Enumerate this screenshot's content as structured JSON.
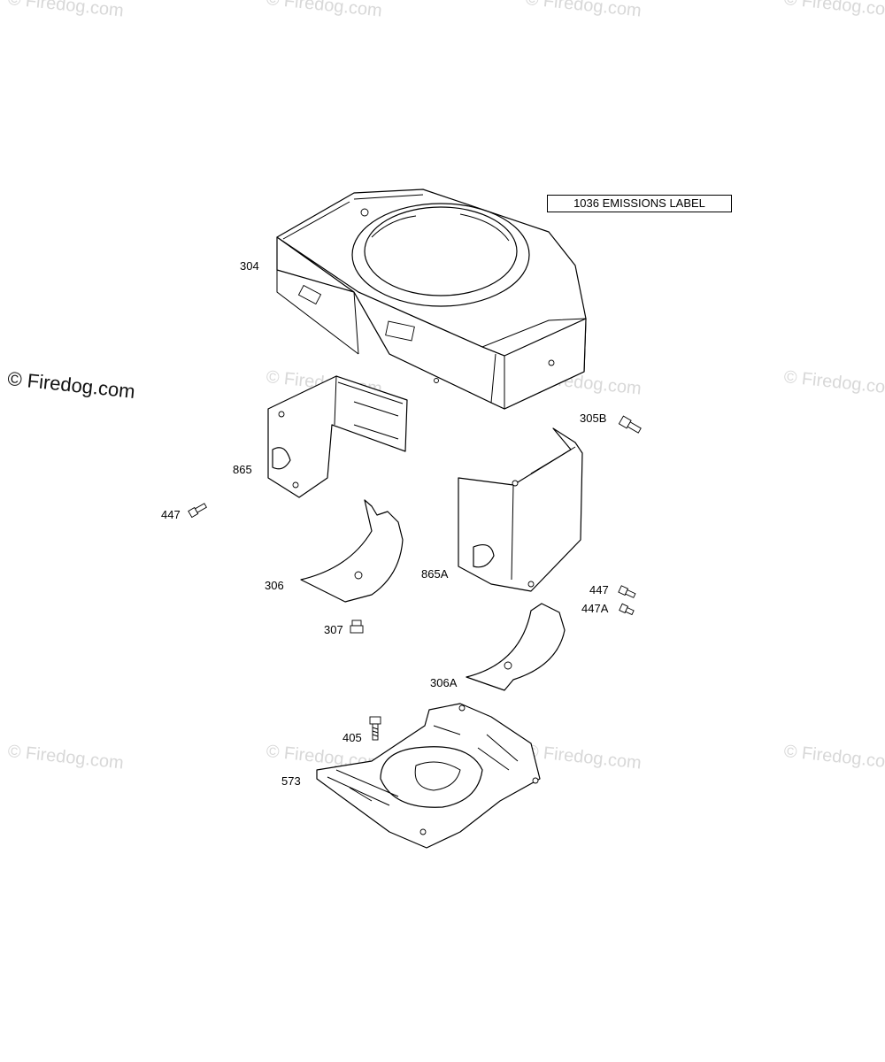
{
  "watermark": {
    "text": "© Firedog.com"
  },
  "label_box": {
    "text": "1036 EMISSIONS LABEL"
  },
  "callouts": [
    {
      "id": "304",
      "text": "304"
    },
    {
      "id": "865",
      "text": "865"
    },
    {
      "id": "447-left",
      "text": "447"
    },
    {
      "id": "306",
      "text": "306"
    },
    {
      "id": "307",
      "text": "307"
    },
    {
      "id": "305B",
      "text": "305B"
    },
    {
      "id": "865A",
      "text": "865A"
    },
    {
      "id": "447-right",
      "text": "447"
    },
    {
      "id": "447A",
      "text": "447A"
    },
    {
      "id": "306A",
      "text": "306A"
    },
    {
      "id": "405",
      "text": "405"
    },
    {
      "id": "573",
      "text": "573"
    }
  ]
}
